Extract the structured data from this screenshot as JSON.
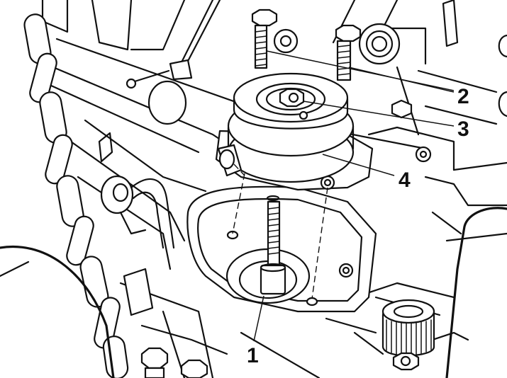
{
  "figure": {
    "callouts": [
      {
        "id": "c1",
        "label": "1"
      },
      {
        "id": "c2",
        "label": "2"
      },
      {
        "id": "c3",
        "label": "3"
      },
      {
        "id": "c4",
        "label": "4"
      }
    ]
  }
}
